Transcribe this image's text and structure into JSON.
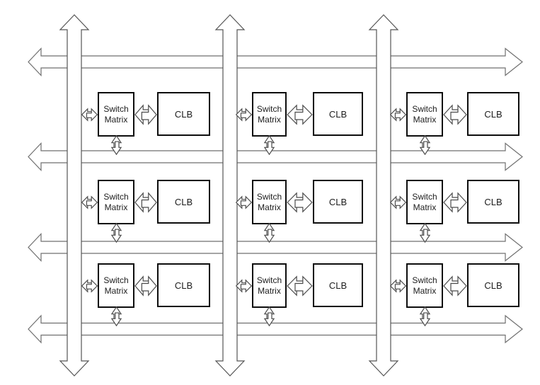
{
  "diagram_type": "fpga-routing-architecture",
  "grid": {
    "rows": 3,
    "columns": 3
  },
  "labels": {
    "switch_matrix_line1": "Switch",
    "switch_matrix_line2": "Matrix",
    "clb": "CLB"
  },
  "cells": [
    {
      "switch_matrix_line1": "Switch",
      "switch_matrix_line2": "Matrix",
      "clb_label": "CLB"
    },
    {
      "switch_matrix_line1": "Switch",
      "switch_matrix_line2": "Matrix",
      "clb_label": "CLB"
    },
    {
      "switch_matrix_line1": "Switch",
      "switch_matrix_line2": "Matrix",
      "clb_label": "CLB"
    },
    {
      "switch_matrix_line1": "Switch",
      "switch_matrix_line2": "Matrix",
      "clb_label": "CLB"
    },
    {
      "switch_matrix_line1": "Switch",
      "switch_matrix_line2": "Matrix",
      "clb_label": "CLB"
    },
    {
      "switch_matrix_line1": "Switch",
      "switch_matrix_line2": "Matrix",
      "clb_label": "CLB"
    },
    {
      "switch_matrix_line1": "Switch",
      "switch_matrix_line2": "Matrix",
      "clb_label": "CLB"
    },
    {
      "switch_matrix_line1": "Switch",
      "switch_matrix_line2": "Matrix",
      "clb_label": "CLB"
    },
    {
      "switch_matrix_line1": "Switch",
      "switch_matrix_line2": "Matrix",
      "clb_label": "CLB"
    }
  ],
  "channels": {
    "horizontal": [
      "horizontal-routing-channel-1",
      "horizontal-routing-channel-2",
      "horizontal-routing-channel-3",
      "horizontal-routing-channel-4"
    ],
    "vertical": [
      "vertical-routing-channel-1",
      "vertical-routing-channel-2",
      "vertical-routing-channel-3"
    ]
  },
  "icons": {
    "horizontal_channel": "double-headed-horizontal-arrow",
    "vertical_channel": "double-headed-vertical-arrow",
    "connector": "interlocked-bidirectional-arrow"
  },
  "colors": {
    "background": "#ffffff",
    "box_border": "#0d0d0d",
    "channel_outline": "#6f6f6f",
    "vertical_channel_outline": "#555555",
    "connector_outline": "#4a4a4a",
    "text": "#1c1c1c"
  }
}
